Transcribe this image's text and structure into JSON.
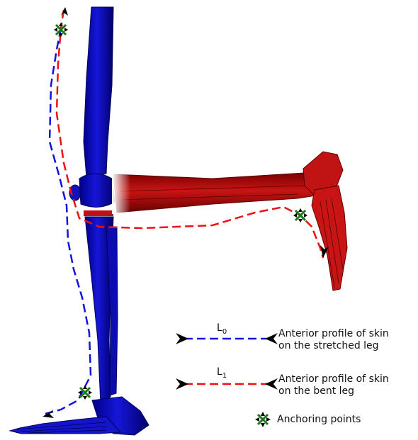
{
  "colors": {
    "stretched": "#1010c8",
    "stretched_dark": "#00007a",
    "bent": "#c01010",
    "bent_dark": "#6e0000",
    "bent_line": "#ee1111",
    "stretched_line": "#1212e0",
    "anchor_green": "#1a7a1a",
    "anchor_black": "#000000"
  },
  "legend": {
    "l0": {
      "main": "L",
      "sub": "0",
      "line_one": "Anterior profile of skin",
      "line_two": "on the stretched leg"
    },
    "l1": {
      "main": "L",
      "sub": "1",
      "line_one": "Anterior profile of skin",
      "line_two": "on the bent leg"
    },
    "anchor": {
      "label": "Anchoring points",
      "icon": "anchor-cross-icon"
    }
  }
}
